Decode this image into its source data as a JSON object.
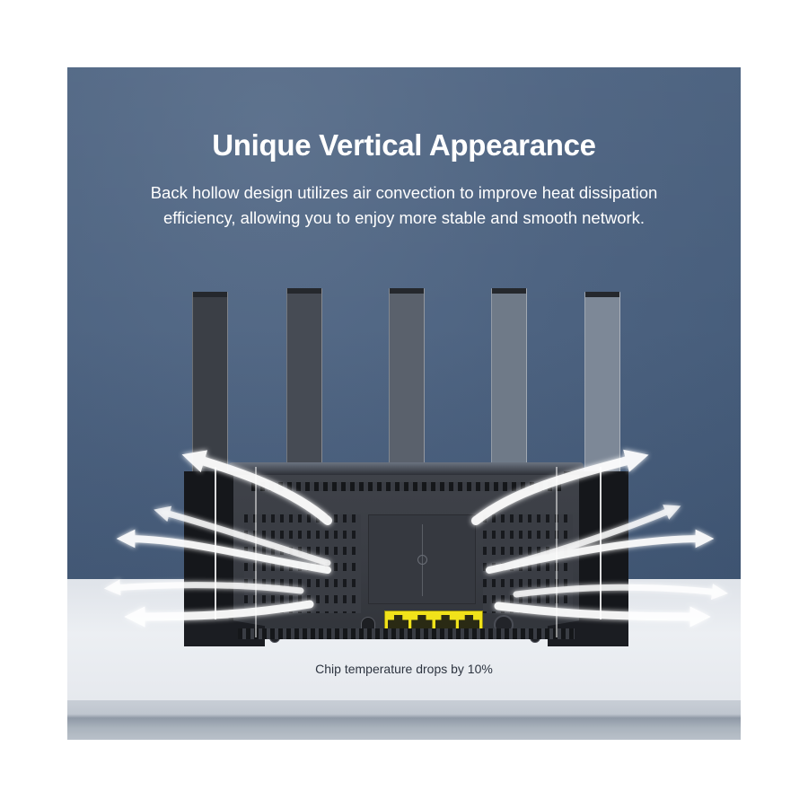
{
  "panel": {
    "title": "Unique Vertical Appearance",
    "subtitle_lines": [
      "Back hollow design utilizes air convection to improve heat dissipation",
      "efficiency, allowing you to enjoy more stable and smooth network."
    ],
    "caption": "Chip temperature drops by 10%"
  },
  "product": {
    "antenna_count": 5,
    "lan_port_count": 4,
    "port_color": "#f1e21a",
    "body_color": "#393c43"
  },
  "colors": {
    "wall": "#4d6381",
    "shelf": "#e6e9ee",
    "title_text": "#ffffff",
    "caption_text": "#2d3440",
    "airflow_glow": "#9fd0ff"
  }
}
